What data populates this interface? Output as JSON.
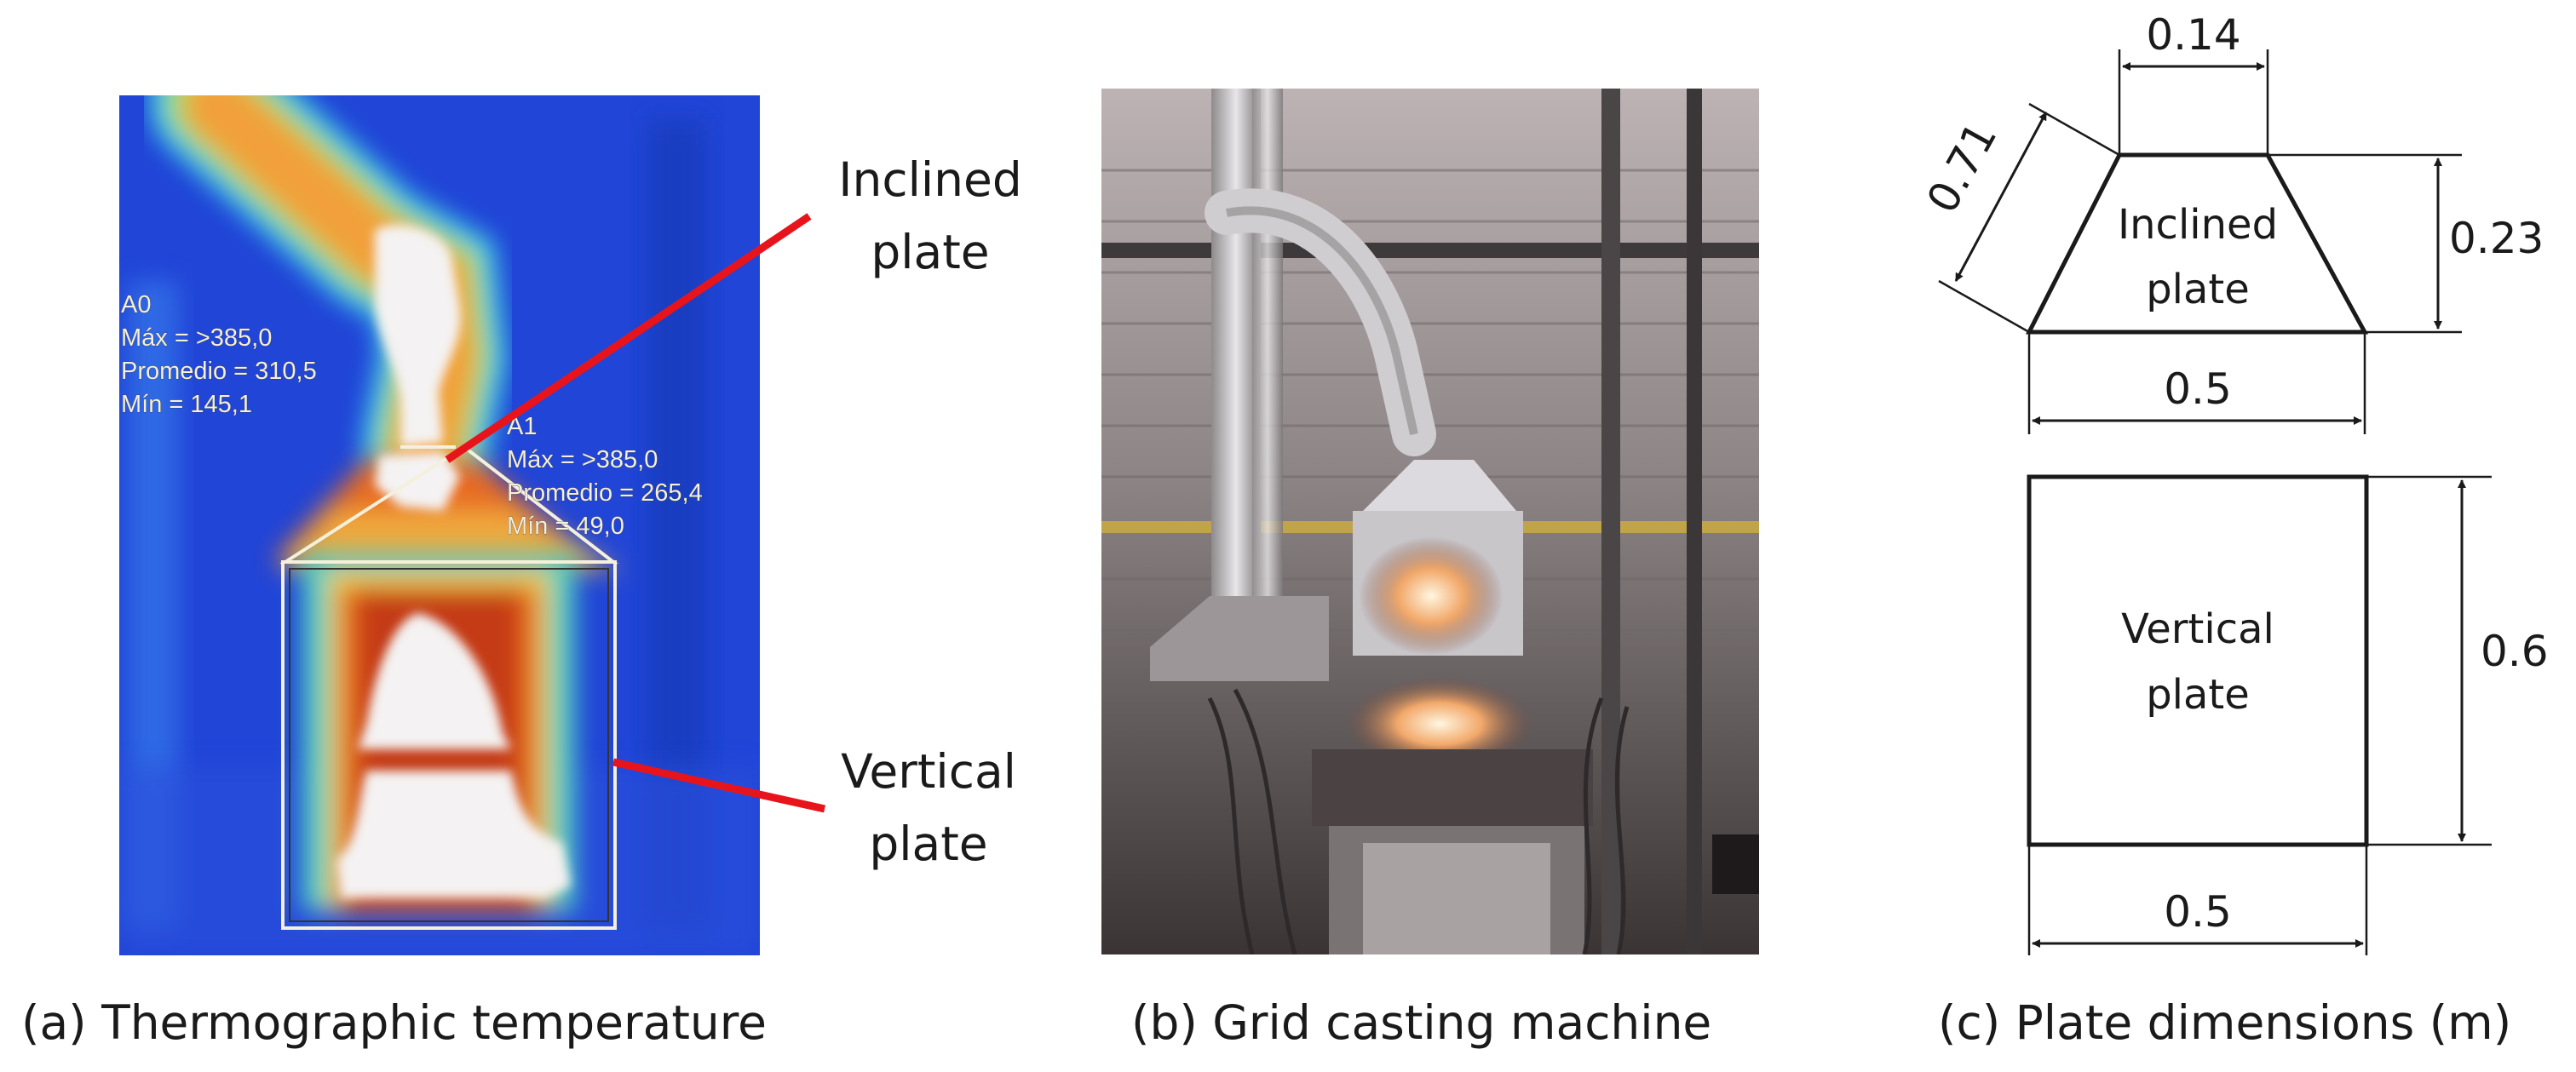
{
  "panel_a": {
    "caption": "(a) Thermographic temperature",
    "callouts": {
      "inclined": [
        "Inclined",
        "plate"
      ],
      "vertical": [
        "Vertical",
        "plate"
      ]
    },
    "readout_a0": {
      "name": "A0",
      "max": "Máx = >385,0",
      "avg": "Promedio = 310,5",
      "min": "Mín = 145,1"
    },
    "readout_a1": {
      "name": "A1",
      "max": "Máx = >385,0",
      "avg": "Promedio = 265,4",
      "min": "Mín = 49,0"
    }
  },
  "panel_b": {
    "caption": "(b)  Grid casting machine"
  },
  "panel_c": {
    "caption": "(c)  Plate dimensions (m)",
    "inclined_plate": {
      "label": [
        "Inclined",
        "plate"
      ],
      "top_width": "0.14",
      "slant": "0.71",
      "height": "0.23",
      "bottom_width": "0.5"
    },
    "vertical_plate": {
      "label": [
        "Vertical",
        "plate"
      ],
      "height": "0.6",
      "width": "0.5"
    }
  },
  "colors": {
    "callout_red": "#e8141c",
    "thermal_blue": "#1f3fd6",
    "hot_white": "#f4f2f2"
  }
}
